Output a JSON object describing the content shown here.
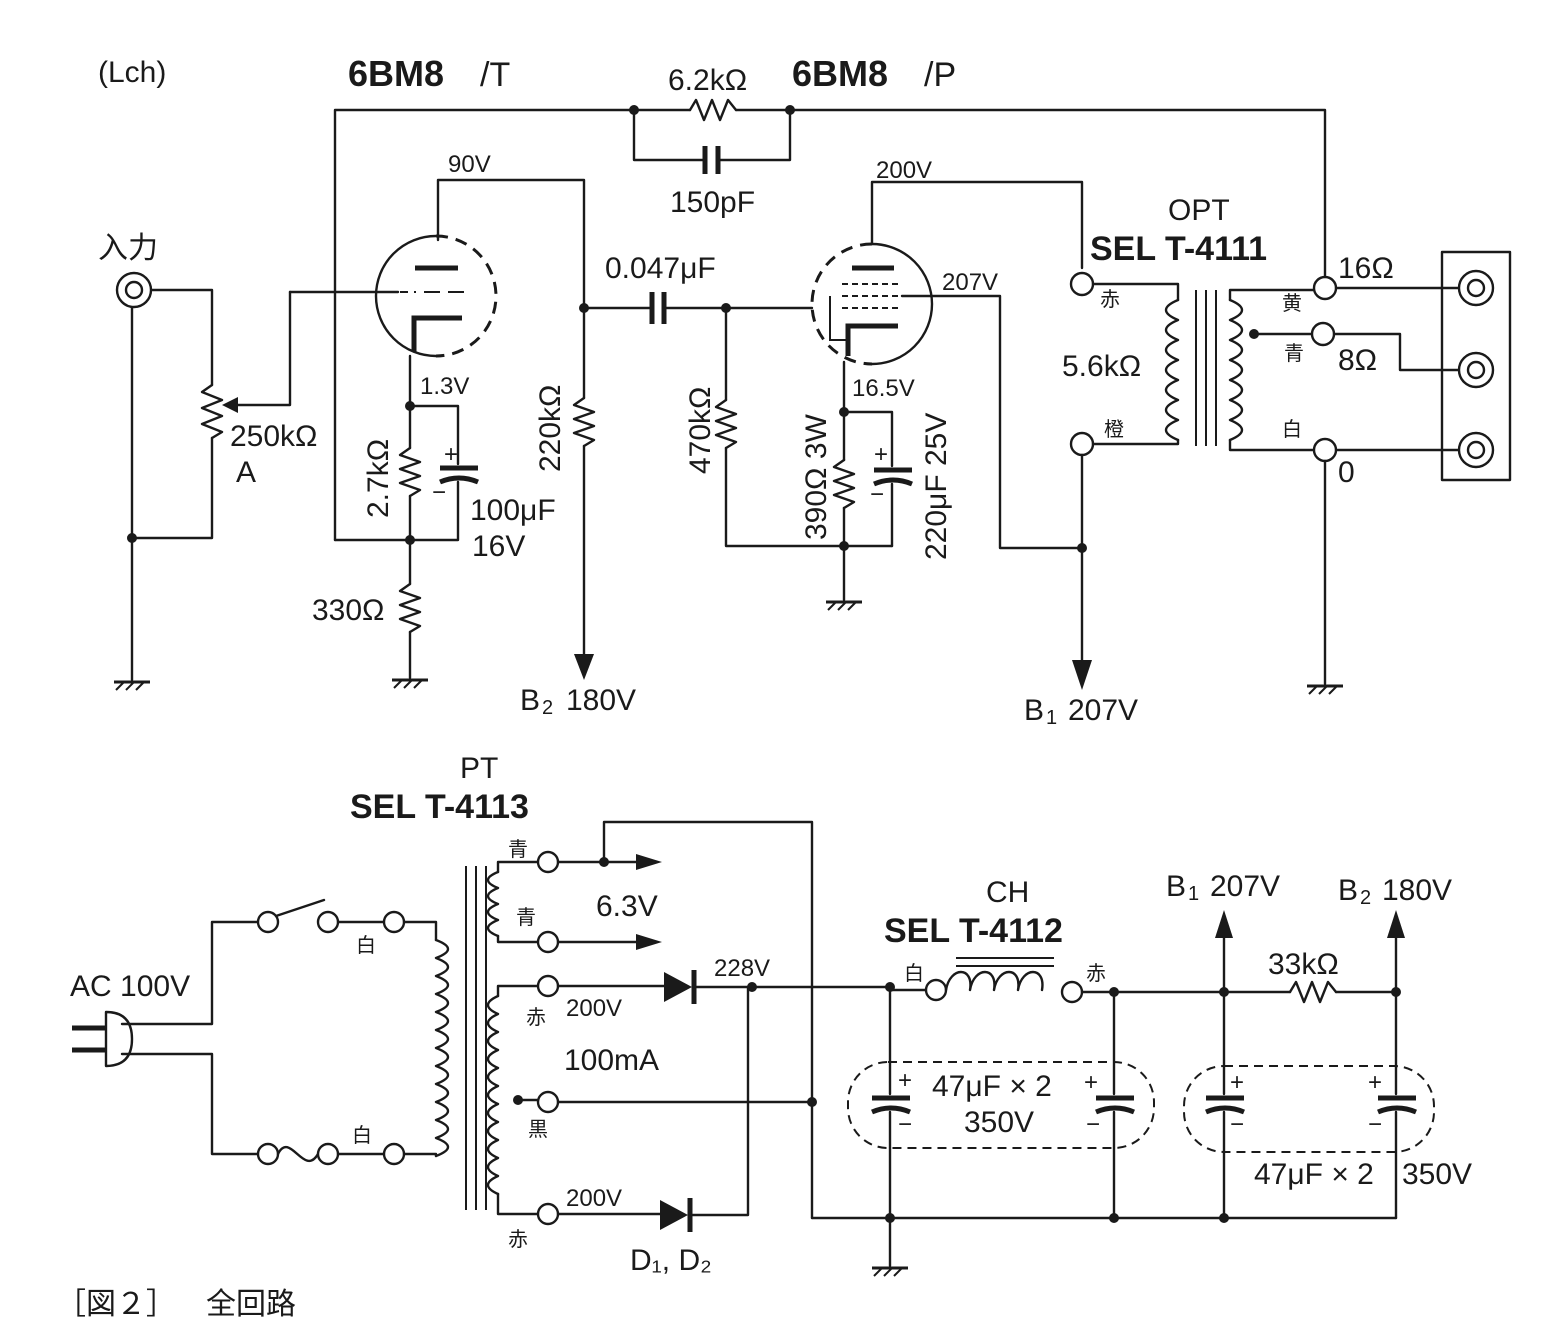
{
  "channel": "(Lch)",
  "tubes": {
    "triode": {
      "name": "6BM8",
      "suffix": "/T"
    },
    "pentode": {
      "name": "6BM8",
      "suffix": "/P"
    }
  },
  "input": {
    "label": "入力",
    "pot": "250kΩ",
    "pot_taper": "A"
  },
  "feedback": {
    "resistor": "6.2kΩ",
    "capacitor": "150pF"
  },
  "triode_stage": {
    "plate_voltage": "90V",
    "cathode_voltage": "1.3V",
    "plate_resistor": "220kΩ",
    "cathode_resistor": "2.7kΩ",
    "cathode_cap": "100μF",
    "cathode_cap_voltage": "16V",
    "nfb_resistor": "330Ω"
  },
  "coupling_cap": "0.047μF",
  "grid_resistor": "470kΩ",
  "pentode_stage": {
    "plate_voltage": "200V",
    "screen_voltage": "207V",
    "cathode_voltage": "16.5V",
    "cathode_resistor": "390Ω 3W",
    "cathode_cap": "220μF 25V"
  },
  "opt": {
    "label": "OPT",
    "model": "SEL T-4111",
    "primary_impedance": "5.6kΩ",
    "wire_red": "赤",
    "wire_orange": "橙",
    "wire_yellow": "黄",
    "wire_blue": "青",
    "wire_white": "白",
    "tap_16": "16Ω",
    "tap_8": "8Ω",
    "tap_0": "0"
  },
  "rails_top": {
    "b2": {
      "name": "B",
      "sub": "2",
      "value": "180V"
    },
    "b1": {
      "name": "B",
      "sub": "1",
      "value": "207V"
    }
  },
  "power": {
    "pt_label": "PT",
    "pt_model": "SEL T-4113",
    "ac": "AC 100V",
    "wire_white_1": "白",
    "wire_white_2": "白",
    "heater_blue_1": "青",
    "heater_blue_2": "青",
    "heater_voltage": "6.3V",
    "sec_red_1": "赤",
    "sec_red_2": "赤",
    "sec_black": "黒",
    "sec_volt_1": "200V",
    "sec_volt_2": "200V",
    "sec_current": "100mA",
    "rect_voltage": "228V",
    "diodes": "D₁, D₂",
    "ch_label": "CH",
    "ch_model": "SEL T-4112",
    "ch_wire_white": "白",
    "ch_wire_red": "赤",
    "filter_caps_1": "47μF × 2",
    "filter_caps_1_voltage": "350V",
    "filter_caps_2": "47μF × 2",
    "filter_caps_2_voltage": "350V",
    "dropping_resistor": "33kΩ",
    "b1_out": {
      "name": "B",
      "sub": "1",
      "value": "207V"
    },
    "b2_out": {
      "name": "B",
      "sub": "2",
      "value": "180V"
    }
  },
  "caption": {
    "number": "［図２］",
    "title": "全回路"
  }
}
